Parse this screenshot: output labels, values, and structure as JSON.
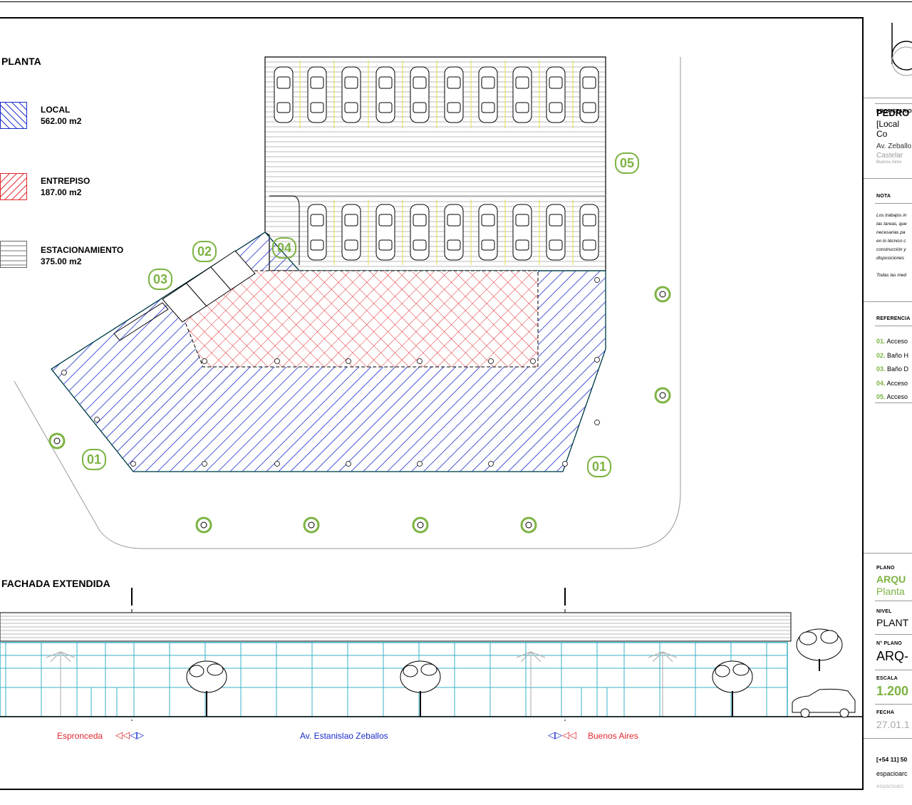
{
  "sheet": {
    "planta_title": "PLANTA",
    "fachada_title": "FACHADA EXTENDIDA"
  },
  "legend": [
    {
      "label": "LOCAL",
      "value": "562.00 m2",
      "color": "#1a2bcc"
    },
    {
      "label": "ENTREPISO",
      "value": "187.00 m2",
      "color": "#e0282e"
    },
    {
      "label": "ESTACIONAMIENTO",
      "value": "375.00 m2",
      "color": "#666666"
    }
  ],
  "plan_markers": [
    "01",
    "01",
    "02",
    "03",
    "04",
    "05"
  ],
  "streets": {
    "left": "Espronceda",
    "center": "Av. Estanislao Zeballos",
    "right": "Buenos Aires",
    "left_color": "#e0282e",
    "center_color": "#1a2bcc"
  },
  "panel": {
    "propietario_label": "PROPIETARIO",
    "owner_name": "PEDRO",
    "owner_sub": "[Local Co",
    "address": "Av. Zeballo",
    "city": "Castelar",
    "province": "Buenos Aires",
    "nota_label": "NOTA",
    "nota_lines": [
      "Los trabajos in",
      "las tareas, que",
      "necesarias pa",
      "en lo técnico c",
      "construcción y",
      "disposiciones",
      "",
      "Todas las med"
    ],
    "referencias_label": "REFERENCIA",
    "referencias": [
      {
        "num": "01.",
        "text": "Acceso"
      },
      {
        "num": "02.",
        "text": "Baño H"
      },
      {
        "num": "03.",
        "text": "Baño D"
      },
      {
        "num": "04.",
        "text": "Acceso"
      },
      {
        "num": "05.",
        "text": "Acceso"
      }
    ],
    "plano_label": "PLANO",
    "plano_value": "ARQU",
    "plano_sub": "Planta",
    "nivel_label": "NIVEL",
    "nivel_value": "PLANT",
    "nplano_label": "N° PLANO",
    "nplano_value": "ARQ-",
    "escala_label": "ESCALA",
    "escala_value": "1.200",
    "fecha_label": "FECHA",
    "fecha_value": "27.01.1",
    "phone": "[+54 11] 50",
    "email1": "espacioarc",
    "email2": "espacioarc",
    "accent": "#7cb342"
  }
}
